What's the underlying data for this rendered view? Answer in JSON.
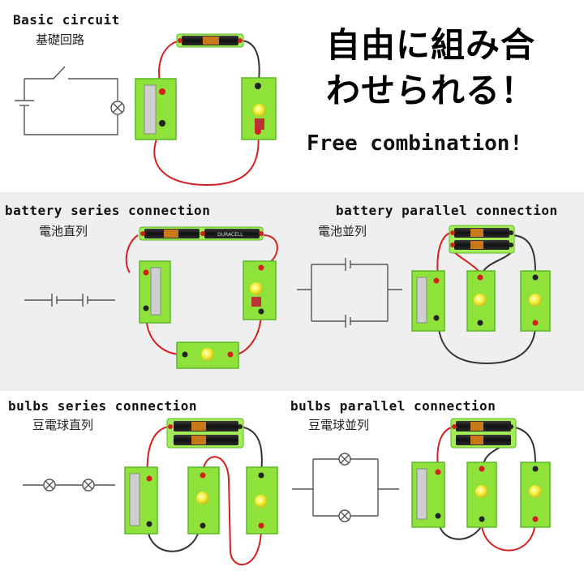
{
  "header": {
    "headline_line1": "自由に組み合",
    "headline_line2": "わせられる！",
    "tagline": "Free combination!"
  },
  "sections": {
    "basic": {
      "title": "Basic circuit",
      "subtitle": "基礎回路"
    },
    "battery_series": {
      "title": "battery series connection",
      "subtitle": "電池直列"
    },
    "battery_parallel": {
      "title": "battery parallel connection",
      "subtitle": "電池並列"
    },
    "bulbs_series": {
      "title": "bulbs series connection",
      "subtitle": "豆電球直列"
    },
    "bulbs_parallel": {
      "title": "bulbs parallel connection",
      "subtitle": "豆電球並列"
    }
  },
  "battery_label": "DURACELL",
  "colors": {
    "board_green": "#8fe23a",
    "board_edge": "#5cb82a",
    "wire_red": "#d42020",
    "wire_black": "#333333",
    "bulb_yellow": "#f5f03a",
    "schematic_gray": "#555555",
    "mid_band": "#efefef"
  }
}
